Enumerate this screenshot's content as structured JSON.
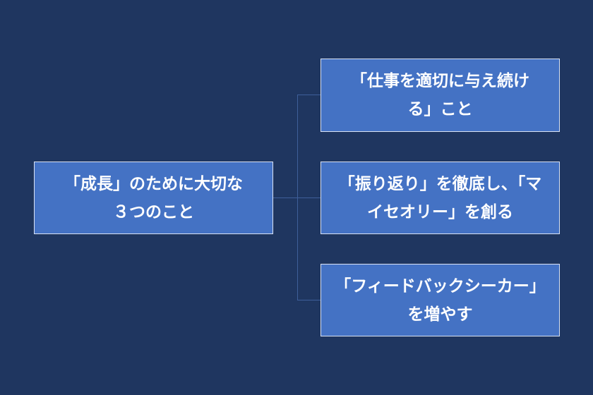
{
  "diagram": {
    "root": {
      "text": "「成長」のために大切な\n３つのこと"
    },
    "children": [
      {
        "text": "「仕事を適切に与え続け\nる」こと"
      },
      {
        "text": "「振り返り」を徹底し、「マ\nイセオリー」を創る"
      },
      {
        "text": "「フィードバックシーカー」\nを増やす"
      }
    ]
  },
  "colors": {
    "background": "#1f3660",
    "box_fill": "#4472c4",
    "box_border": "#d9e2f3",
    "connector": "#3e5f9a",
    "text": "#ffffff"
  }
}
